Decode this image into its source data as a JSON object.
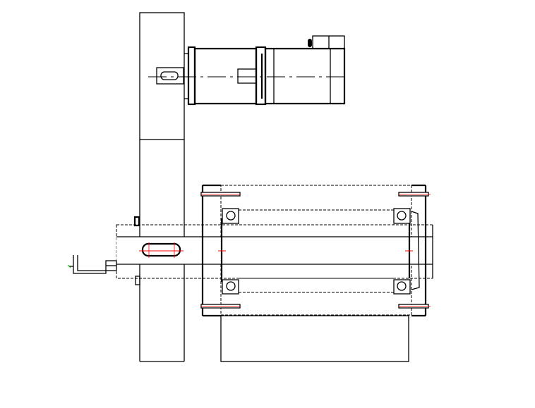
{
  "drawing": {
    "type": "mechanical-assembly-drawing",
    "views": [
      "motor-and-belt-guard",
      "roller-section"
    ]
  },
  "colors": {
    "outline": "#000000",
    "hatch": "#00d8e0",
    "centerline": "#ff0000",
    "background": "#ffffff",
    "marker": "#00c000"
  }
}
